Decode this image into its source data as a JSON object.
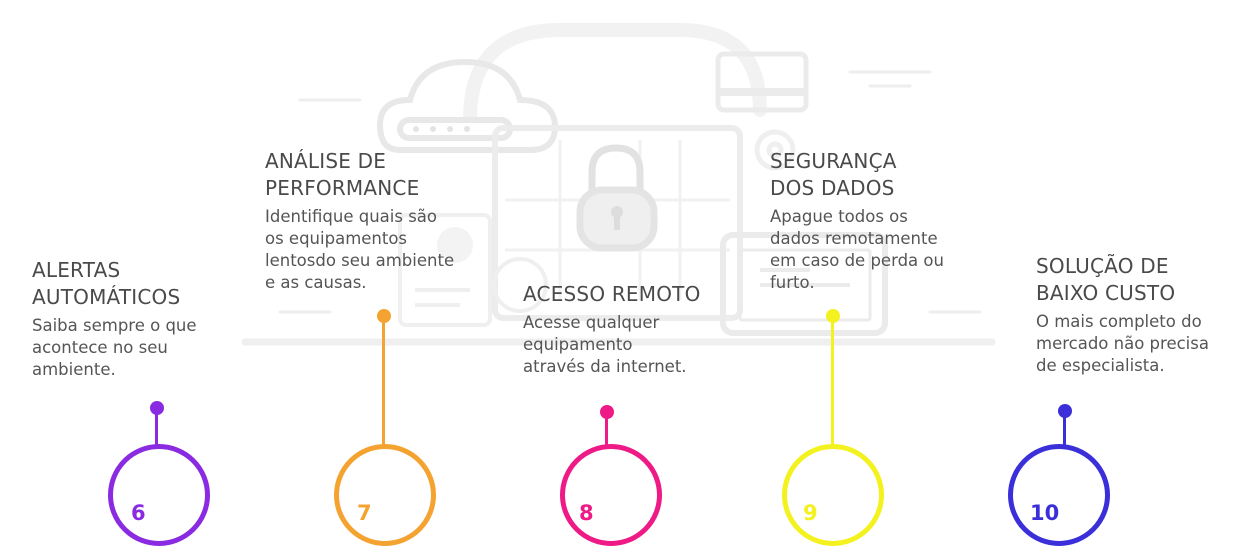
{
  "colors": {
    "purple": "#8a2be2",
    "orange": "#f5a330",
    "pink": "#ee1a86",
    "yellow": "#f3f21f",
    "blue": "#3a2fd9",
    "background_art": "#ececec"
  },
  "background": {
    "icons": [
      "cloud-icon",
      "laptop-icon",
      "padlock-icon",
      "credit-card-icon",
      "tablet-icon",
      "gear-icon"
    ]
  },
  "features": [
    {
      "number": "6",
      "title": "ALERTAS\nAUTOMÁTICOS",
      "description": "Saiba sempre o que\nacontece no seu\nambiente."
    },
    {
      "number": "7",
      "title": "ANÁLISE DE\nPERFORMANCE",
      "description": "Identifique quais são\nos equipamentos\nlentosdo seu ambiente\ne as causas."
    },
    {
      "number": "8",
      "title": "ACESSO REMOTO",
      "description": "Acesse qualquer\nequipamento\natravés da internet."
    },
    {
      "number": "9",
      "title": "SEGURANÇA\nDOS DADOS",
      "description": "Apague todos os\ndados remotamente\nem caso de perda ou\nfurto."
    },
    {
      "number": "10",
      "title": "SOLUÇÃO DE\nBAIXO CUSTO",
      "description": "O mais completo do\nmercado não precisa\nde especialista."
    }
  ]
}
